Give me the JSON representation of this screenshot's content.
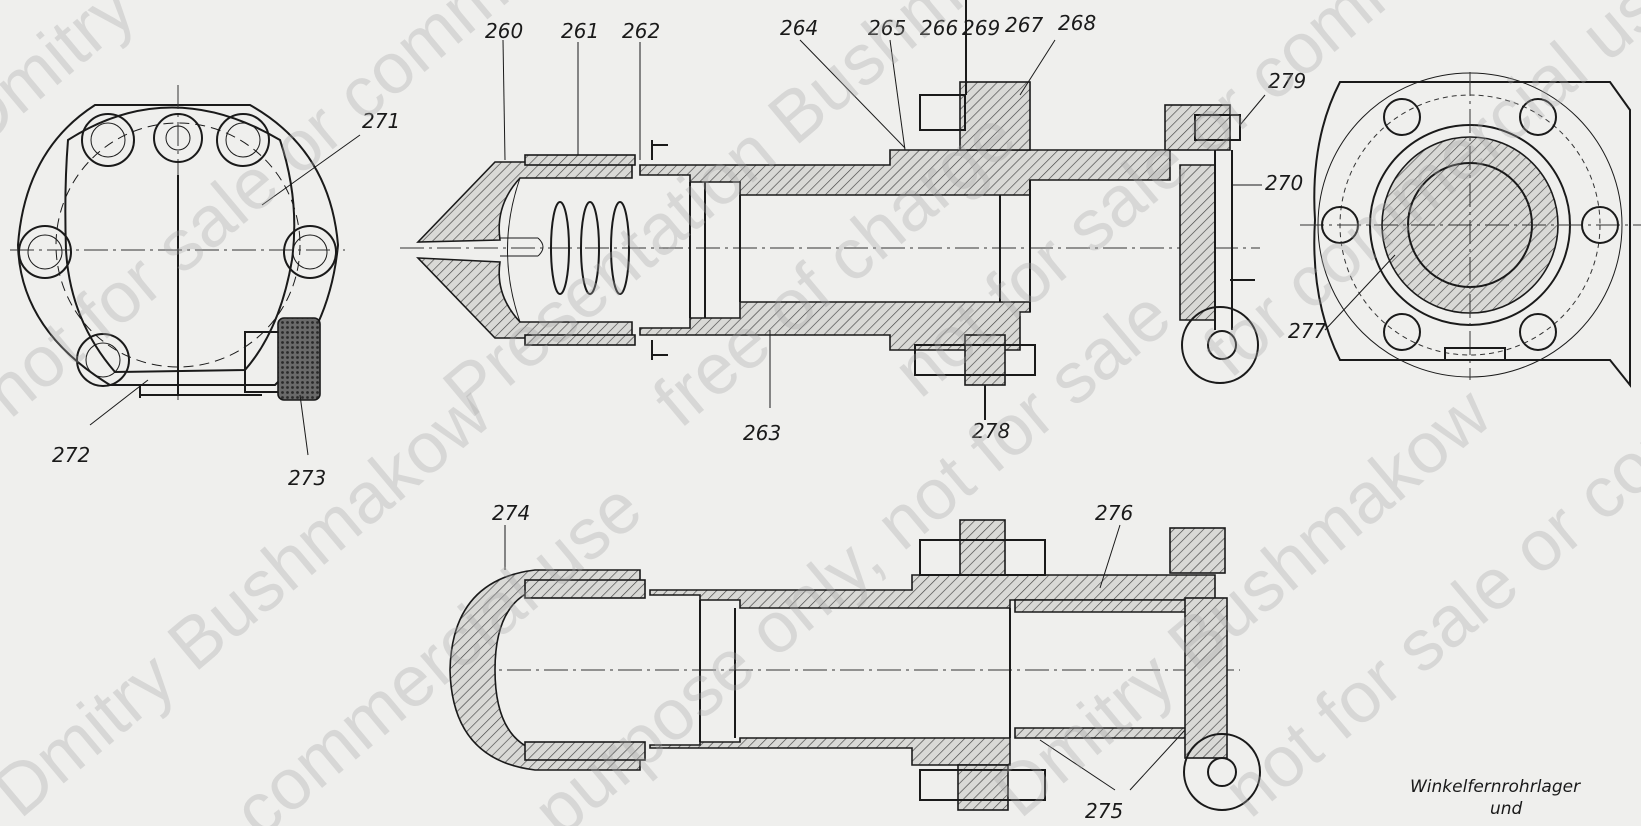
{
  "drawing": {
    "part_labels": [
      "260",
      "261",
      "262",
      "264",
      "265",
      "266",
      "269",
      "267",
      "268",
      "271",
      "279",
      "270",
      "277",
      "272",
      "273",
      "263",
      "278",
      "274",
      "276",
      "275"
    ],
    "caption_lines": [
      "Winkelfernrohrlager",
      "und"
    ]
  },
  "watermark": {
    "lines": [
      "Dmitry Bushmakow",
      "not for sale or commercial use",
      "Presentation Bushmakow",
      "free of charge",
      "Dmitry Bushmakow",
      "not for sale or commercial use",
      "for commercial use",
      "purpose only, not for sale",
      "Dmitry Bushmakow",
      "commercial use",
      "not for sale or commercial use"
    ]
  }
}
